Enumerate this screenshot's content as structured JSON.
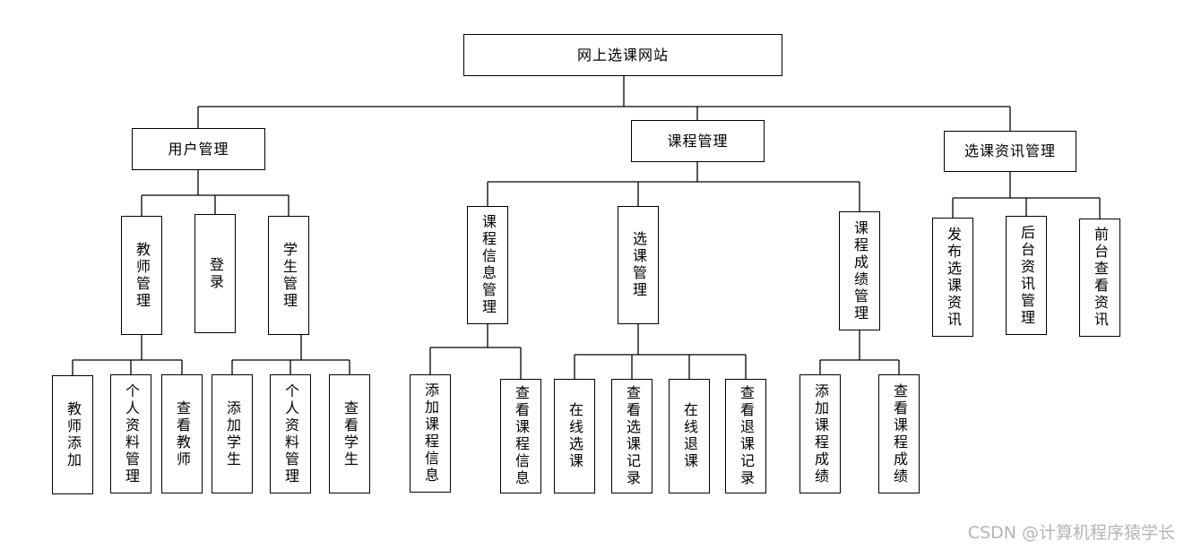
{
  "root": "网上选课网站",
  "groups": [
    {
      "label": "用户管理",
      "children": [
        {
          "label": "教师管理",
          "children": [
            "教师添加",
            "个人资料管理",
            "查看教师"
          ]
        },
        {
          "label": "登录",
          "children": []
        },
        {
          "label": "学生管理",
          "children": [
            "添加学生",
            "个人资料管理",
            "查看学生"
          ]
        }
      ]
    },
    {
      "label": "课程管理",
      "children": [
        {
          "label": "课程信息管理",
          "children": [
            "添加课程信息",
            "查看课程信息"
          ]
        },
        {
          "label": "选课管理",
          "children": [
            "在线选课",
            "查看选课记录",
            "在线退课",
            "查看退课记录"
          ]
        },
        {
          "label": "课程成绩管理",
          "children": [
            "添加课程成绩",
            "查看课程成绩"
          ]
        }
      ]
    },
    {
      "label": "选课资讯管理",
      "children": [
        {
          "label": "发布选课资讯",
          "children": []
        },
        {
          "label": "后台资讯管理",
          "children": []
        },
        {
          "label": "前台查看资讯",
          "children": []
        }
      ]
    }
  ],
  "watermark": "CSDN @计算机程序猿学长"
}
